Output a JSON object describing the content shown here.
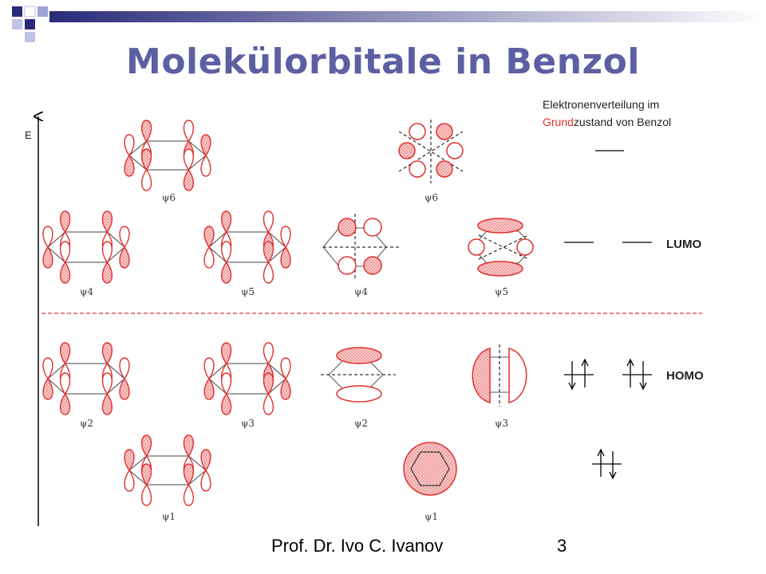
{
  "slide": {
    "title": "Molekülorbitale in Benzol",
    "footer_author": "Prof. Dr. Ivo C. Ivanov",
    "page_number": "3"
  },
  "diagram": {
    "axis_label": "E",
    "legend_line1": "Elektronenverteilung im",
    "legend_line2_highlight": "Grund",
    "legend_line2_rest": "zustand von Benzol",
    "lumo_label": "LUMO",
    "homo_label": "HOMO",
    "psi_labels": {
      "psi6_pz": "ψ6",
      "psi6_mo": "ψ6",
      "psi4_pz": "ψ4",
      "psi5_pz": "ψ5",
      "psi4_mo": "ψ4",
      "psi5_mo": "ψ5",
      "psi2_pz": "ψ2",
      "psi3_pz": "ψ3",
      "psi2_mo": "ψ2",
      "psi3_mo": "ψ3",
      "psi1_pz": "ψ1",
      "psi1_mo": "ψ1"
    },
    "colors": {
      "lobe_stroke": "#e03030",
      "lobe_fill": "#f6b7b7",
      "divider": "#e03030",
      "legend_highlight": "#e03030"
    }
  }
}
